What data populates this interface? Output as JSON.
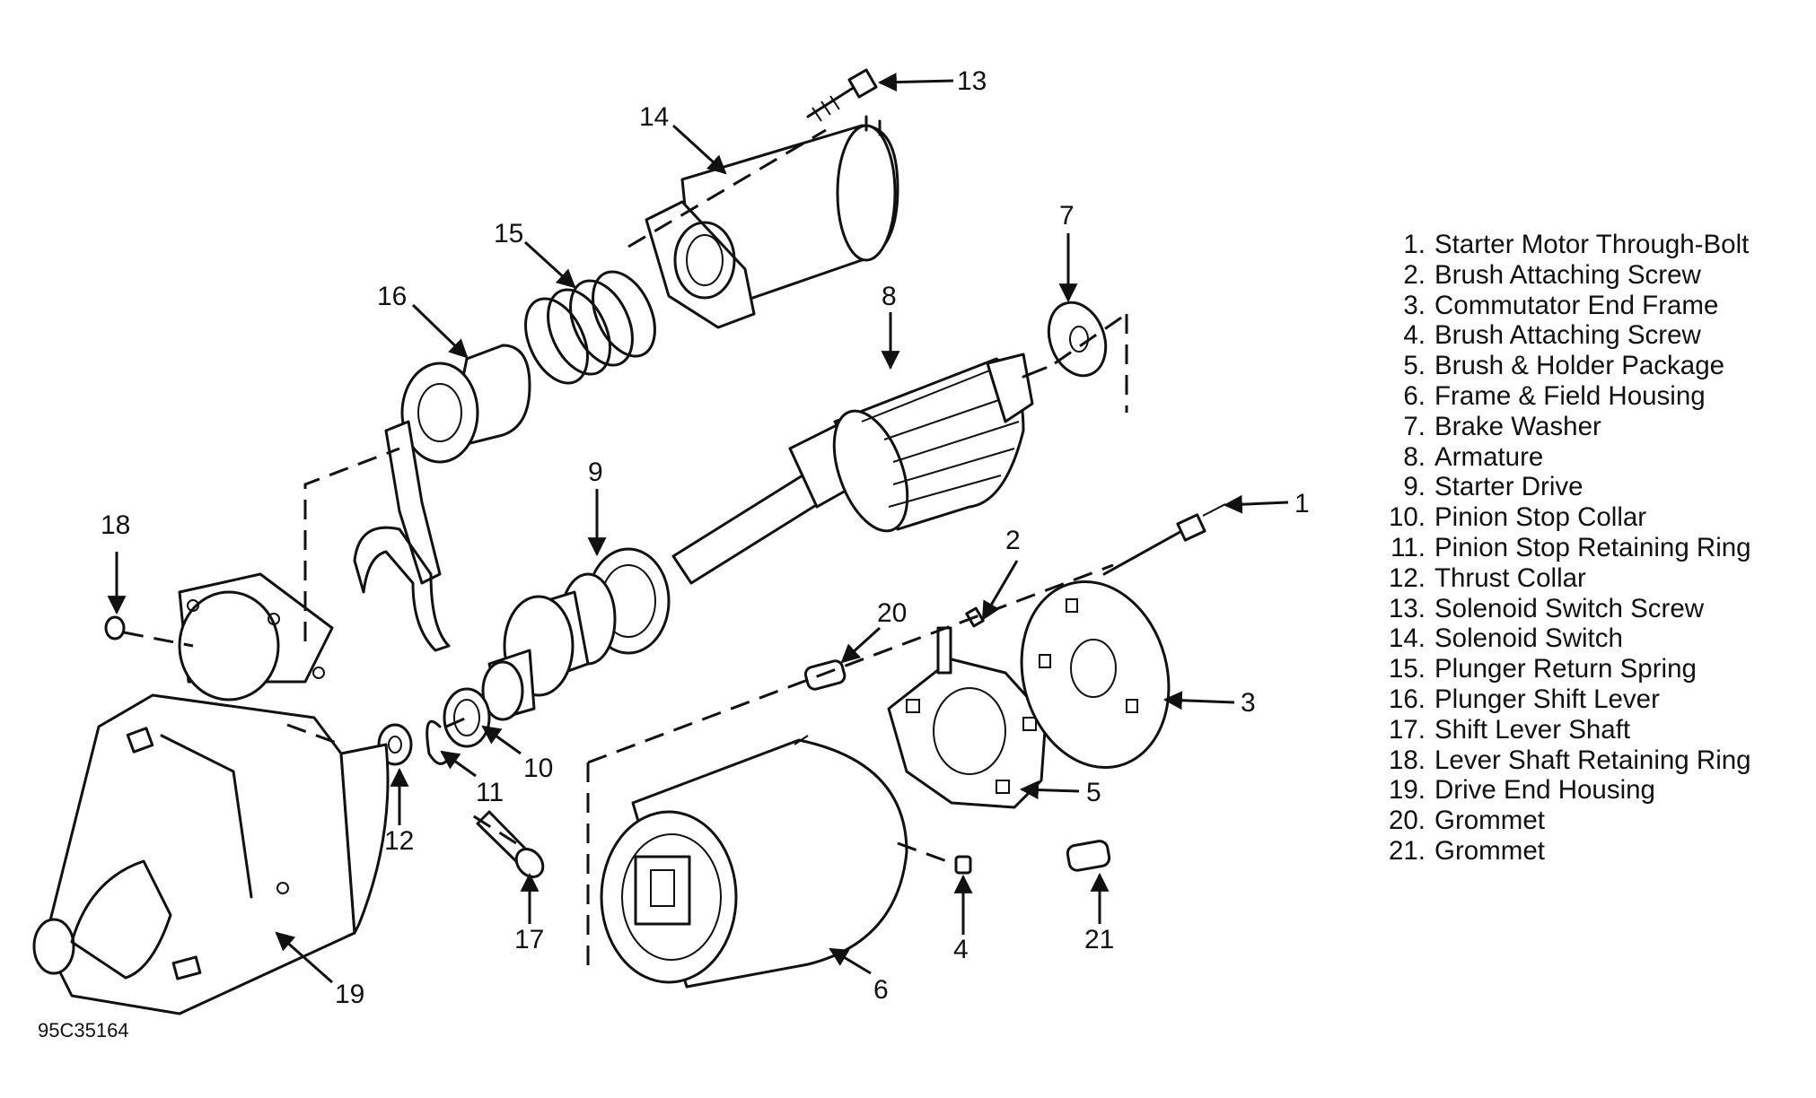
{
  "callouts": [
    "1",
    "2",
    "3",
    "4",
    "5",
    "6",
    "7",
    "8",
    "9",
    "10",
    "11",
    "12",
    "13",
    "14",
    "15",
    "16",
    "17",
    "18",
    "19",
    "20",
    "21"
  ],
  "legend": [
    {
      "num": "1.",
      "text": "Starter Motor Through-Bolt"
    },
    {
      "num": "2.",
      "text": "Brush Attaching Screw"
    },
    {
      "num": "3.",
      "text": "Commutator End Frame"
    },
    {
      "num": "4.",
      "text": "Brush Attaching Screw"
    },
    {
      "num": "5.",
      "text": "Brush & Holder Package"
    },
    {
      "num": "6.",
      "text": "Frame & Field Housing"
    },
    {
      "num": "7.",
      "text": "Brake Washer"
    },
    {
      "num": "8.",
      "text": "Armature"
    },
    {
      "num": "9.",
      "text": "Starter Drive"
    },
    {
      "num": "10.",
      "text": "Pinion Stop Collar"
    },
    {
      "num": "11.",
      "text": "Pinion Stop Retaining Ring"
    },
    {
      "num": "12.",
      "text": "Thrust Collar"
    },
    {
      "num": "13.",
      "text": "Solenoid Switch Screw"
    },
    {
      "num": "14.",
      "text": "Solenoid Switch"
    },
    {
      "num": "15.",
      "text": "Plunger Return Spring"
    },
    {
      "num": "16.",
      "text": "Plunger Shift Lever"
    },
    {
      "num": "17.",
      "text": "Shift Lever Shaft"
    },
    {
      "num": "18.",
      "text": "Lever Shaft Retaining Ring"
    },
    {
      "num": "19.",
      "text": "Drive End Housing"
    },
    {
      "num": "20.",
      "text": "Grommet"
    },
    {
      "num": "21.",
      "text": "Grommet"
    }
  ],
  "figure_code": "95C35164"
}
